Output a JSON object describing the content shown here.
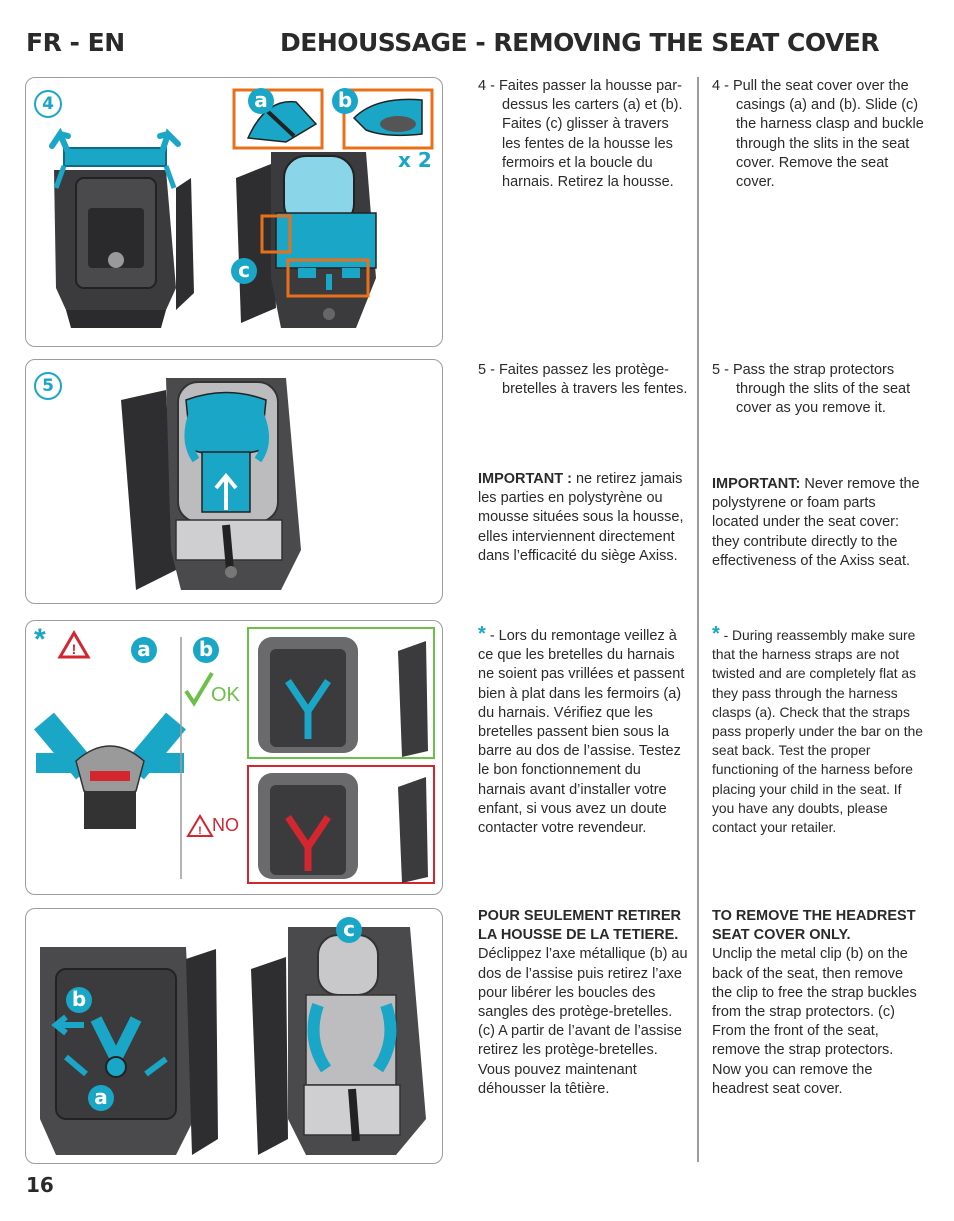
{
  "header": {
    "lang": "FR - EN",
    "title": "DEHOUSSAGE  - REMOVING THE SEAT COVER"
  },
  "page_number": "16",
  "panels": {
    "p4": {
      "number": "4",
      "label_a": "a",
      "label_b": "b",
      "label_c": "c",
      "times": "x 2"
    },
    "p5": {
      "number": "5"
    },
    "p6": {
      "asterisk": "*",
      "label_a": "a",
      "label_b": "b",
      "ok": "OK",
      "no": "NO"
    },
    "p7": {
      "label_a": "a",
      "label_b": "b",
      "label_c": "c"
    }
  },
  "fr": {
    "s4": "4 - Faites passer la housse par-dessus les carters (a) et (b). Faites (c) glisser à travers les fentes de la housse les fermoirs et la boucle du harnais. Retirez la housse.",
    "s5": "5 - Faites passez les protège-bretelles à travers les fentes.",
    "important_label": "IMPORTANT :",
    "important_text": " ne retirez jamais les parties en polystyrène ou mousse situées sous la housse, elles interviennent directement dans l’efficacité du siège Axiss.",
    "note": " - Lors du remontage veillez à ce que les bretelles du harnais ne soient pas vrillées et passent bien à plat dans les fermoirs (a) du harnais. Vérifiez que les bretelles passent bien sous la barre au dos de l’assise. Testez le bon fonctionnement du harnais avant d’installer votre enfant, si vous avez un doute contacter votre revendeur.",
    "headrest_title": "POUR SEULEMENT RETIRER LA HOUSSE DE LA TETIERE.",
    "headrest_text": "Déclippez l’axe métallique (b) au dos de l’assise puis retirez l’axe pour libérer les boucles des sangles des protège-bretelles. (c) A partir de l’avant de l’assise retirez les protège-bretelles. Vous pouvez maintenant déhousser la têtière."
  },
  "en": {
    "s4": "4 - Pull the seat cover over the casings (a) and (b). Slide (c) the harness clasp and buckle through the slits in the seat cover. Remove the seat cover.",
    "s5": "5 - Pass the strap protectors through the slits of the seat cover as you remove it.",
    "important_label": "IMPORTANT:",
    "important_text": " Never remove the polystyrene or foam parts located under the seat cover: they contribute directly to the effectiveness of the Axiss seat.",
    "note": " - During reassembly make sure that the harness straps are not twisted and are completely flat as they pass through the harness clasps (a). Check that the straps pass properly under the bar on the seat back. Test the proper functioning of the harness before placing your child in the seat. If you have any doubts, please contact your retailer.",
    "headrest_title": "TO REMOVE THE HEADREST SEAT COVER ONLY.",
    "headrest_text": "Unclip the metal clip (b) on the back of the seat, then remove the clip to free the strap buckles from the strap protectors. (c) From the front of the seat, remove the strap protectors. Now you can remove the headrest seat cover."
  },
  "colors": {
    "accent": "#1aa6c6",
    "orange": "#e8701a",
    "ok_green": "#6cc04a",
    "no_red": "#d3262f",
    "seat_dark": "#3b3b3d"
  }
}
